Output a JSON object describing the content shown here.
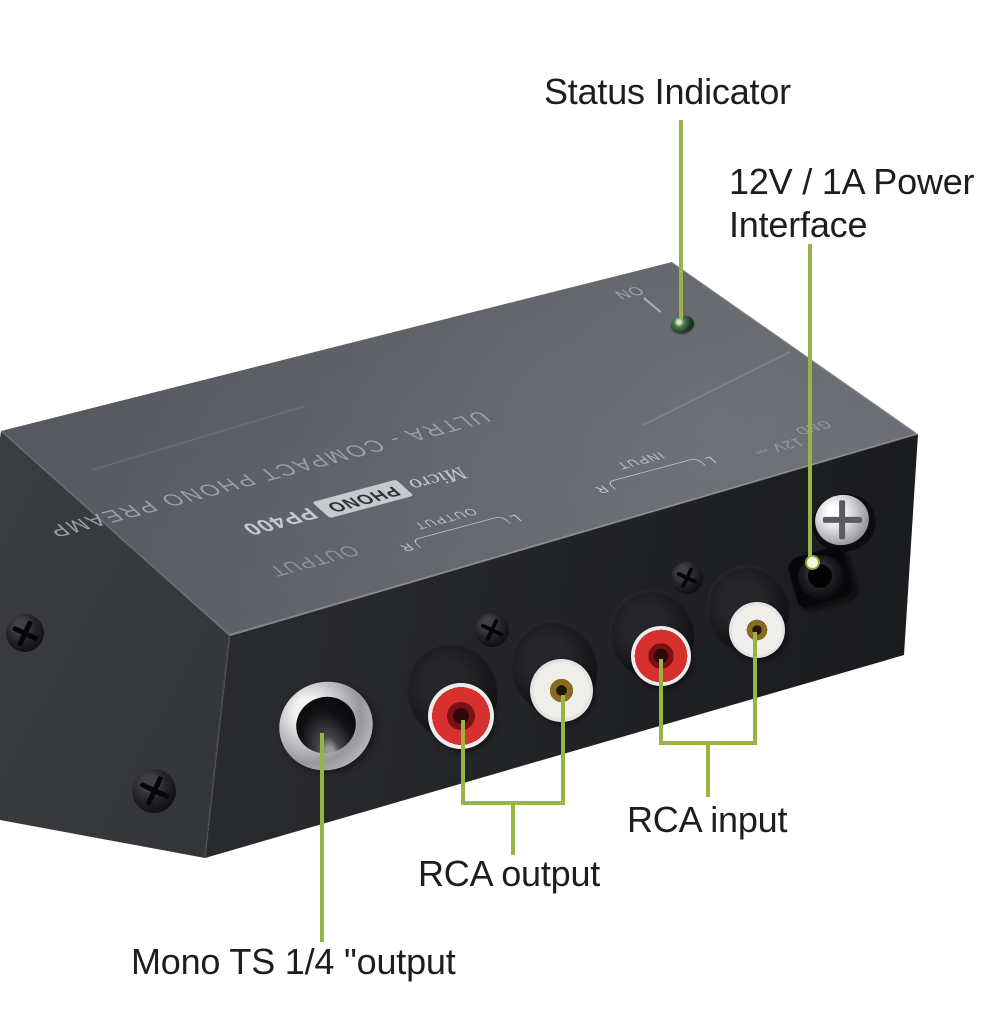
{
  "annotations": {
    "status_indicator": "Status Indicator",
    "power_line1": "12V / 1A Power",
    "power_line2": "Interface",
    "rca_input": "RCA input",
    "rca_output": "RCA output",
    "mono_ts_output": "Mono TS 1/4 \"output"
  },
  "device": {
    "power_led_label": "ON",
    "tagline": "ULTRA - COMPACT PHONO PREAMP",
    "brand": {
      "prefix": "Micro",
      "word": "PHONO",
      "model": "PP400"
    },
    "top_labels": {
      "output": "OUTPUT",
      "input": "INPUT",
      "front_output": "OUTPUT",
      "gnd": "GND",
      "dc": "12V ⎓",
      "left_channel": "L",
      "right_channel": "R"
    }
  },
  "colors": {
    "background": "#ffffff",
    "annotation_line": "#96b545",
    "annotation_text": "#1d1d20",
    "device_top": "#5a5d63",
    "device_front": "#232427",
    "led_green": "#3f6b3d",
    "rca_red": "#d7312f",
    "rca_white": "#f0eee8"
  }
}
